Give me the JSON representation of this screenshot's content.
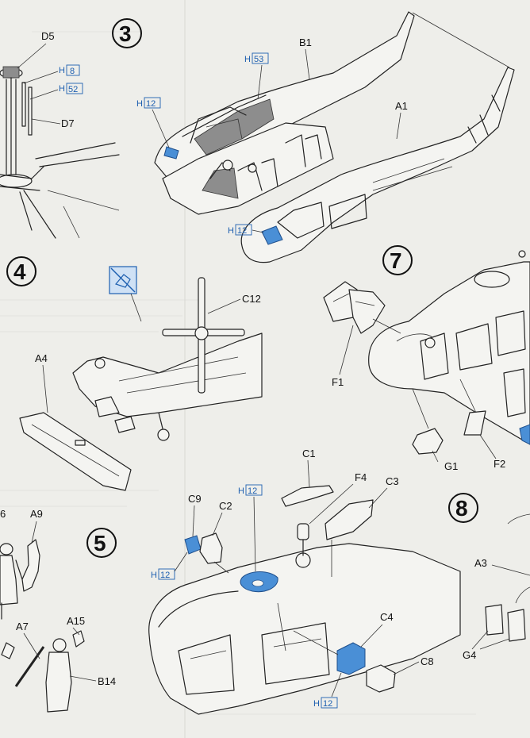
{
  "steps": [
    {
      "number": "3"
    },
    {
      "number": "4"
    },
    {
      "number": "5"
    },
    {
      "number": "7"
    },
    {
      "number": "8"
    }
  ],
  "part_labels": {
    "D5": "D5",
    "D7": "D7",
    "B1": "B1",
    "A1": "A1",
    "C12": "C12",
    "A4": "A4",
    "F1": "F1",
    "G1": "G1",
    "F2": "F2",
    "C1": "C1",
    "F4": "F4",
    "C3": "C3",
    "C9": "C9",
    "C2": "C2",
    "A9": "A9",
    "A7": "A7",
    "A15": "A15",
    "B14": "B14",
    "C4": "C4",
    "C8": "C8",
    "A3": "A3",
    "G4": "G4",
    "edge6": "6"
  },
  "paint_callouts": [
    {
      "prefix": "H",
      "code": "8"
    },
    {
      "prefix": "H",
      "code": "52"
    },
    {
      "prefix": "H",
      "code": "53"
    },
    {
      "prefix": "H",
      "code": "12"
    }
  ],
  "colors": {
    "paint_blue": "#4a8fd6",
    "callout_text": "#1d5fb0",
    "interior_grey": "#8d8d8d",
    "line": "#222222",
    "paper": "#eeeeea"
  },
  "icons": [
    "do-not-glue-icon"
  ]
}
